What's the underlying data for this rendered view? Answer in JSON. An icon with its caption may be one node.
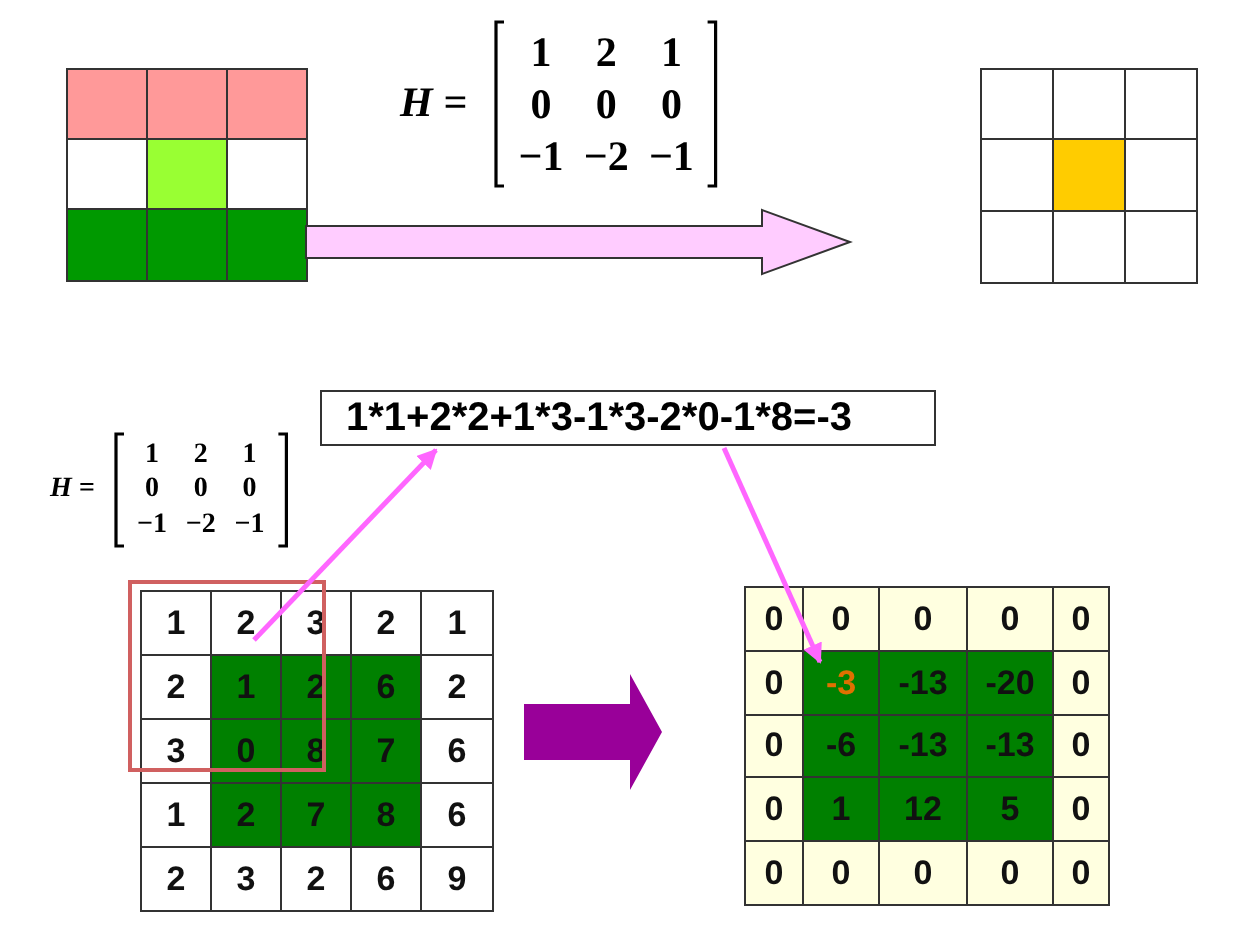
{
  "diagram": {
    "nodes": [
      {
        "text": [],
        "shape": "box"
      },
      {
        "text": [],
        "shape": "box"
      },
      {
        "text": [
          "1*1+2*2+1*3-1*3-2*0-1*8=-3"
        ]
      },
      {
        "text": [
          "1",
          "2",
          "3",
          "2",
          "1",
          "2",
          "1",
          "2",
          "6",
          "2",
          "3",
          "0",
          "8",
          "7",
          "6",
          "1",
          "2",
          "7",
          "8",
          "6",
          "2",
          "3",
          "2",
          "6",
          "9"
        ]
      },
      {
        "text": [
          "0",
          "0",
          "0",
          "0",
          "0",
          "0",
          "-3",
          "-13",
          "-20",
          "0",
          "0",
          "-6",
          "-13",
          "-13",
          "0",
          "0",
          "1",
          "12",
          "5",
          "0",
          "0",
          "0",
          "0",
          "0",
          "0"
        ]
      }
    ],
    "edges": [
      {
        "from": 0,
        "to": 1,
        "arrow": "to",
        "style": "thick",
        "color": "#ffccff"
      },
      {
        "from": 3,
        "to": 2,
        "arrow": "to",
        "color": "#ff66ff"
      },
      {
        "from": 2,
        "to": 4,
        "arrow": "to",
        "color": "#ff66ff"
      },
      {
        "from": 3,
        "to": 4,
        "arrow": "to",
        "style": "thick",
        "color": "#990099"
      }
    ],
    "labels": [
      "H =",
      "1",
      "2",
      "1",
      "0",
      "0",
      "0",
      "−1",
      "−2",
      "−1",
      "H =",
      "1",
      "2",
      "1",
      "0",
      "0",
      "0",
      "−1",
      "−2",
      "−1"
    ]
  }
}
